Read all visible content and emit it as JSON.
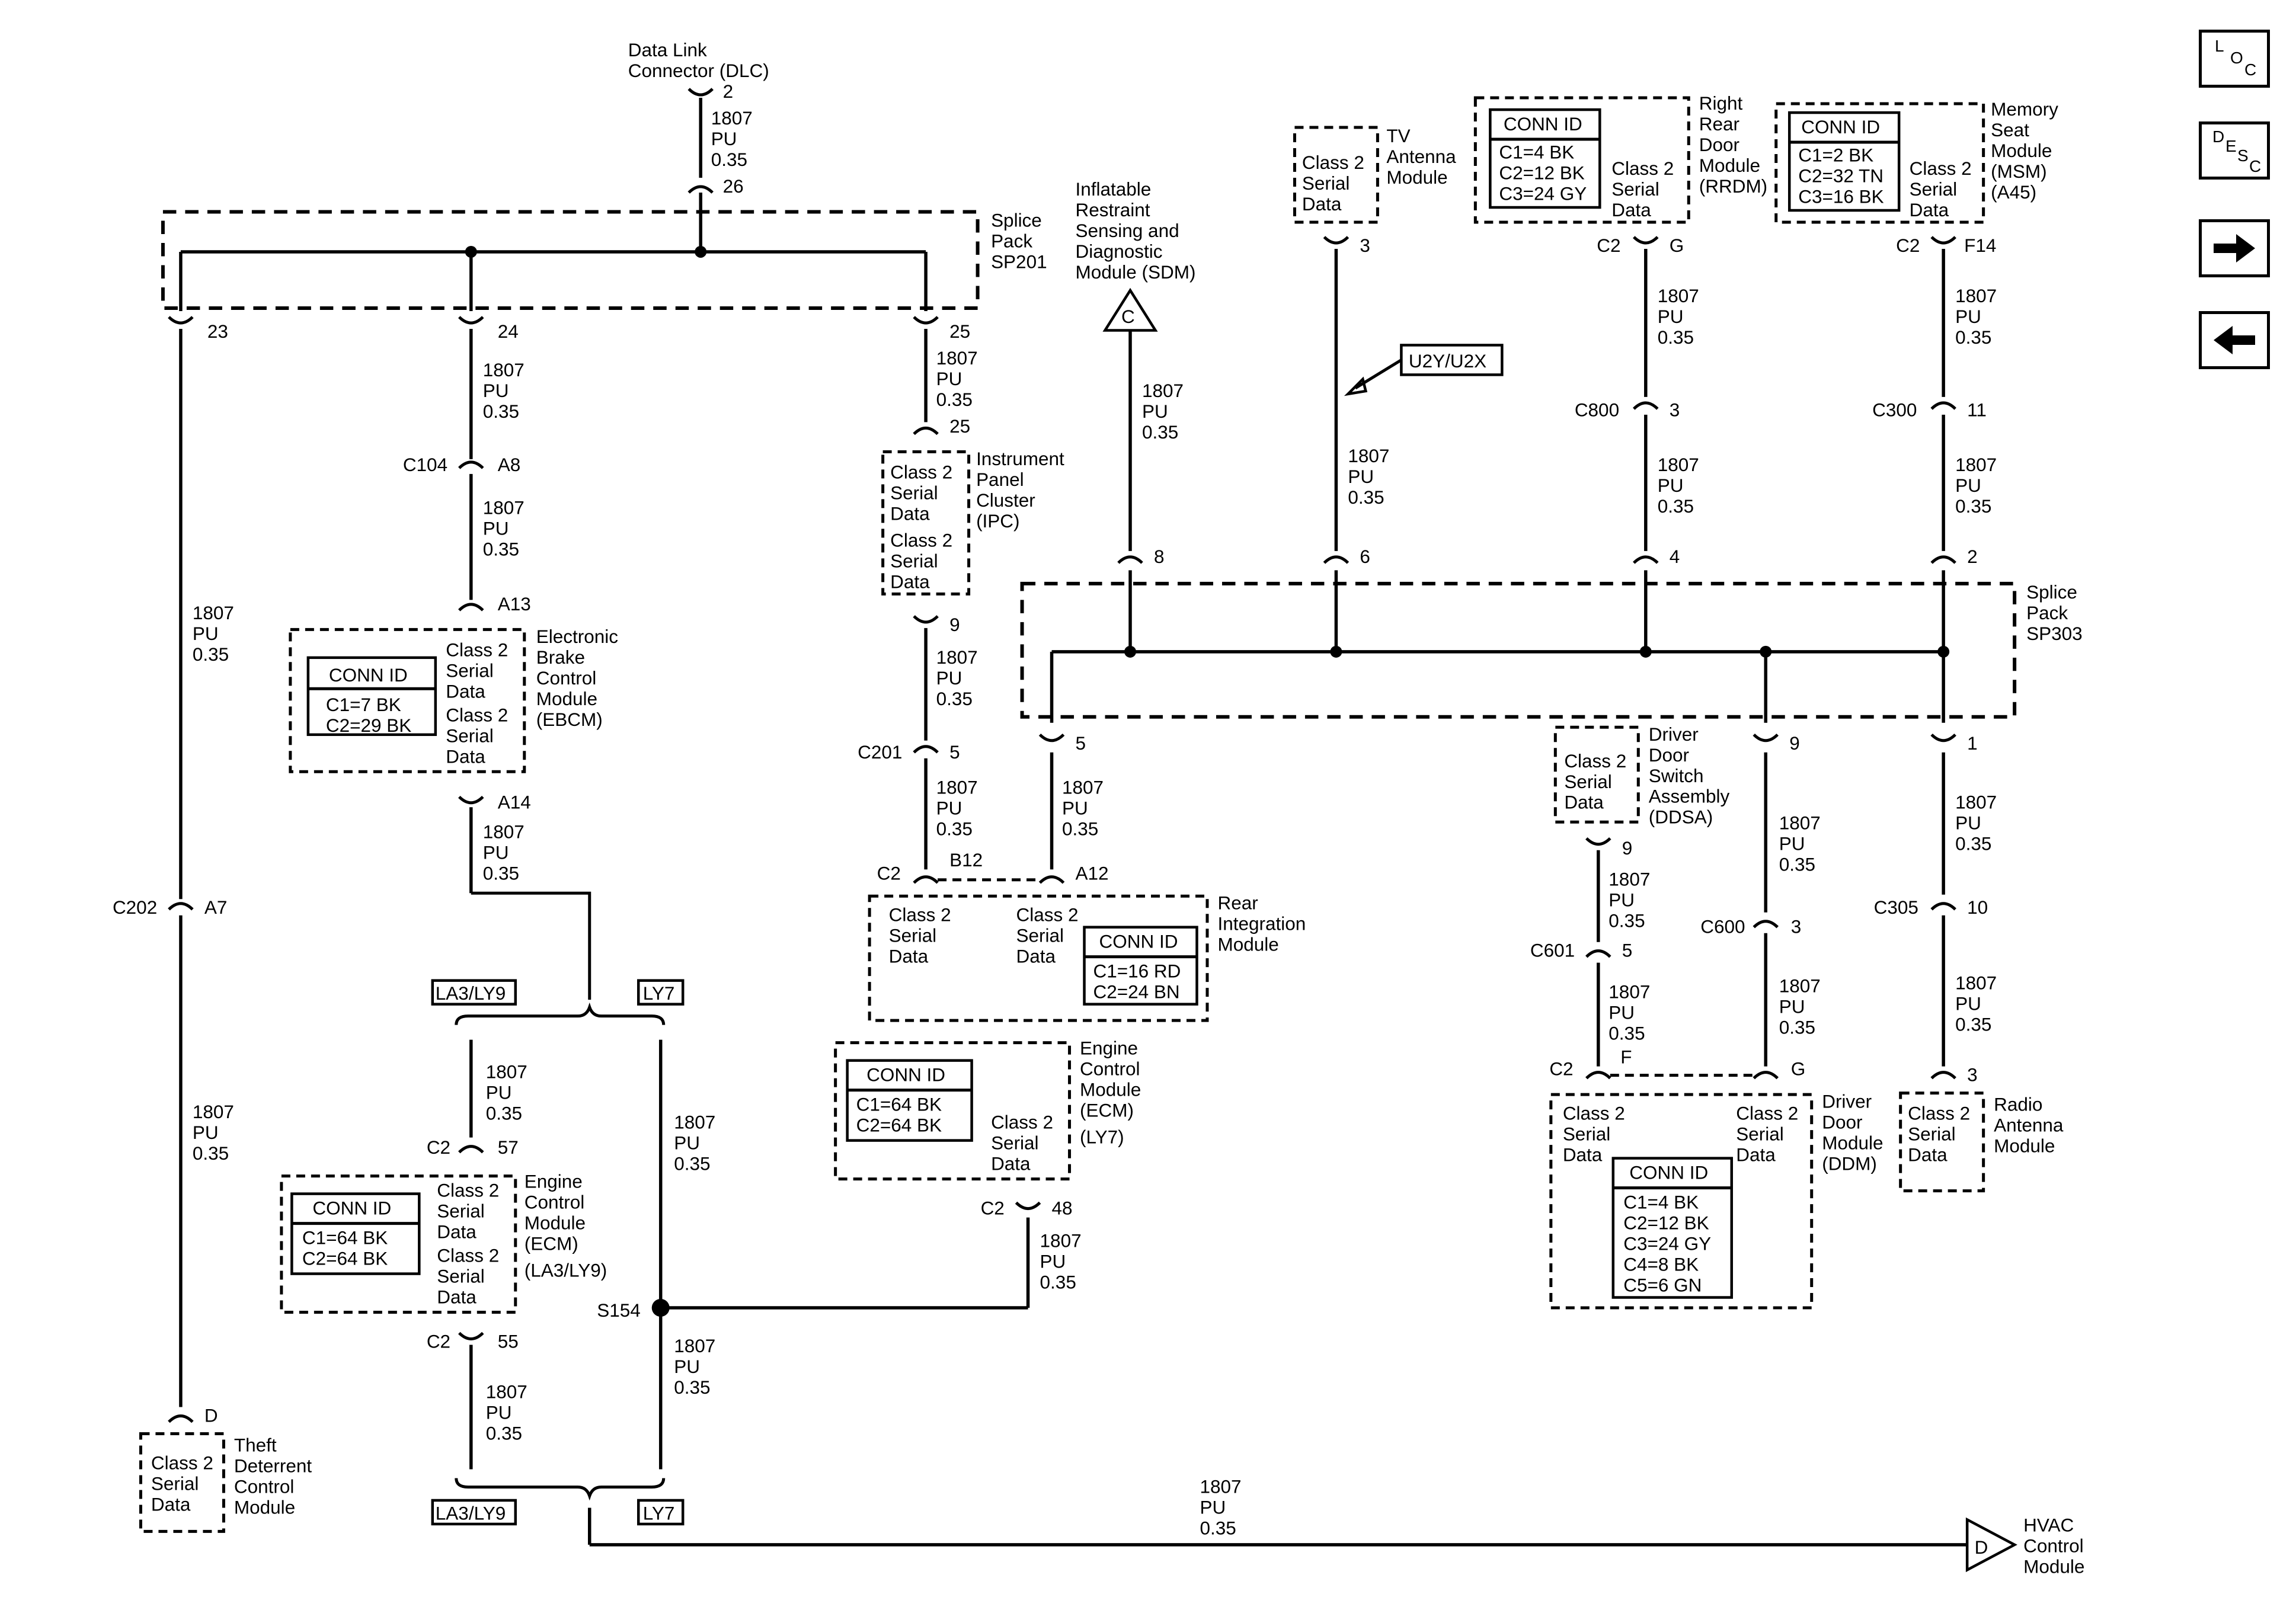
{
  "nav": {
    "loc": {
      "l1": "L",
      "l2": "O",
      "l3": "C"
    },
    "desc": {
      "l1": "D",
      "l2": "E",
      "l3": "S",
      "l4": "C"
    }
  },
  "wire": {
    "circuit": "1807",
    "color": "PU",
    "gauge": "0.35"
  },
  "serial": {
    "l1": "Class 2",
    "l2": "Serial",
    "l3": "Data"
  },
  "connid": "CONN ID",
  "dlc": {
    "l1": "Data Link",
    "l2": "Connector (DLC)",
    "pin_top": "2",
    "pin_bot": "26"
  },
  "sp201": {
    "l1": "Splice",
    "l2": "Pack",
    "l3": "SP201",
    "pins": [
      "23",
      "24",
      "25"
    ]
  },
  "sp303": {
    "l1": "Splice",
    "l2": "Pack",
    "l3": "SP303",
    "pins_top": [
      "8",
      "6",
      "4",
      "2"
    ],
    "pins_bot": [
      "5",
      "9",
      "1"
    ]
  },
  "sdm": {
    "l1": "Inflatable",
    "l2": "Restraint",
    "l3": "Sensing and",
    "l4": "Diagnostic",
    "l5": "Module (SDM)",
    "ref": "C"
  },
  "tv": {
    "l1": "TV",
    "l2": "Antenna",
    "l3": "Module",
    "pin": "3"
  },
  "option_u2y": "U2Y/U2X",
  "rrdm": {
    "l1": "Right",
    "l2": "Rear",
    "l3": "Door",
    "l4": "Module",
    "l5": "(RRDM)",
    "conn": [
      "C1=4 BK",
      "C2=12 BK",
      "C3=24 GY"
    ],
    "cavity": "C2",
    "pin": "G",
    "inline": "C800",
    "inline_pin": "3"
  },
  "msm": {
    "l1": "Memory",
    "l2": "Seat",
    "l3": "Module",
    "l4": "(MSM)",
    "l5": "(A45)",
    "conn": [
      "C1=2 BK",
      "C2=32 TN",
      "C3=16 BK"
    ],
    "cavity": "C2",
    "pin": "F14",
    "inline": "C300",
    "inline_pin": "11"
  },
  "c104": {
    "name": "C104",
    "pin": "A8"
  },
  "ebcm": {
    "l1": "Electronic",
    "l2": "Brake",
    "l3": "Control",
    "l4": "Module",
    "l5": "(EBCM)",
    "conn": [
      "C1=7 BK",
      "C2=29 BK"
    ],
    "pin_top": "A13",
    "pin_bot": "A14"
  },
  "ipc": {
    "l1": "Instrument",
    "l2": "Panel",
    "l3": "Cluster",
    "l4": "(IPC)",
    "pin_top": "25",
    "pin_bot": "9"
  },
  "c201": {
    "name": "C201",
    "pin": "5"
  },
  "c202": {
    "name": "C202",
    "pin": "A7"
  },
  "rim": {
    "l1": "Rear",
    "l2": "Integration",
    "l3": "Module",
    "conn": [
      "C1=16 RD",
      "C2=24 BN"
    ],
    "cavity": "C2",
    "pin_a": "B12",
    "pin_b": "A12"
  },
  "ecm_ly7": {
    "l1": "Engine",
    "l2": "Control",
    "l3": "Module",
    "l4": "(ECM)",
    "l5": "(LY7)",
    "conn": [
      "C1=64 BK",
      "C2=64 BK"
    ],
    "cavity": "C2",
    "pin": "48"
  },
  "ecm_la3": {
    "l1": "Engine",
    "l2": "Control",
    "l3": "Module",
    "l4": "(ECM)",
    "l5": "(LA3/LY9)",
    "conn": [
      "C1=64 BK",
      "C2=64 BK"
    ],
    "cavity_top": "C2",
    "pin_top": "57",
    "cavity_bot": "C2",
    "pin_bot": "55"
  },
  "options": {
    "la3": "LA3/LY9",
    "ly7": "LY7"
  },
  "s154": "S154",
  "tdcm": {
    "l1": "Theft",
    "l2": "Deterrent",
    "l3": "Control",
    "l4": "Module",
    "pin": "D"
  },
  "ddsa": {
    "l1": "Driver",
    "l2": "Door",
    "l3": "Switch",
    "l4": "Assembly",
    "l5": "(DDSA)",
    "pin": "9"
  },
  "c601": {
    "name": "C601",
    "pin": "5"
  },
  "c600": {
    "name": "C600",
    "pin": "3"
  },
  "ddm": {
    "l1": "Driver",
    "l2": "Door",
    "l3": "Module",
    "l4": "(DDM)",
    "conn": [
      "C1=4 BK",
      "C2=12 BK",
      "C3=24 GY",
      "C4=8 BK",
      "C5=6 GN"
    ],
    "cavity": "C2",
    "pin_f": "F",
    "pin_g": "G"
  },
  "c305": {
    "name": "C305",
    "pin": "10"
  },
  "radio": {
    "l1": "Radio",
    "l2": "Antenna",
    "l3": "Module",
    "pin": "3"
  },
  "hvac": {
    "l1": "HVAC",
    "l2": "Control",
    "l3": "Module",
    "ref": "D"
  }
}
